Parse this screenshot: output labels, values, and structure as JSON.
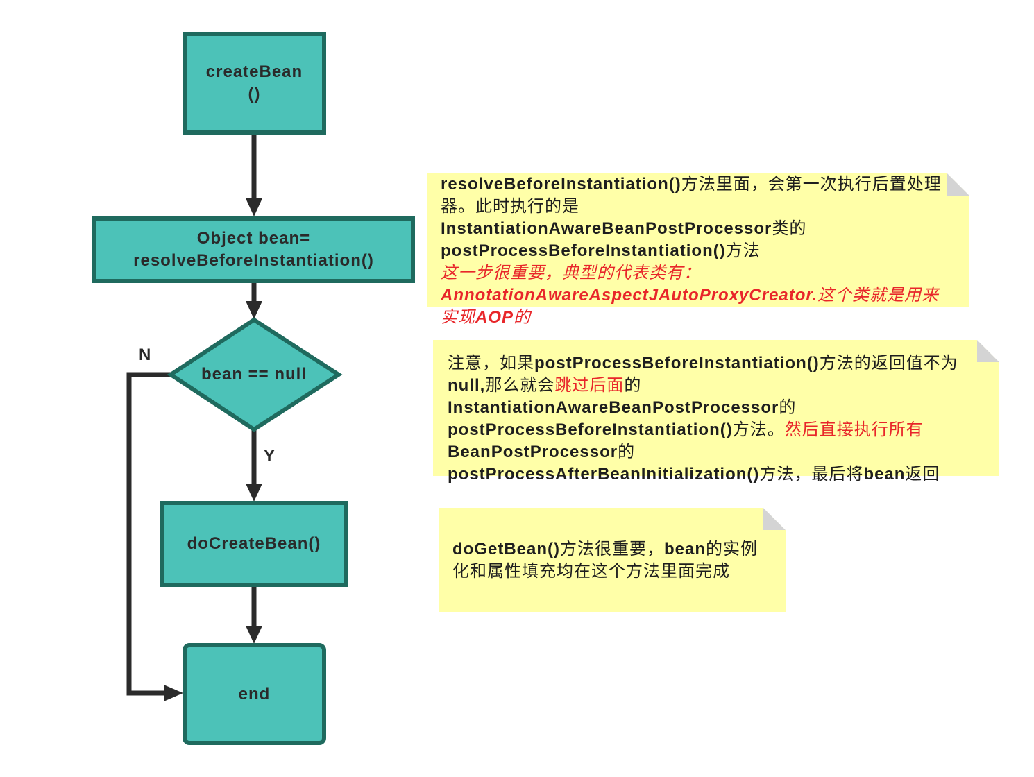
{
  "nodes": {
    "create_bean": "createBean\n()",
    "resolve": "Object bean=\nresolveBeforeInstantiation()",
    "decision": "bean == null",
    "do_create_bean": "doCreateBean()",
    "end": "end"
  },
  "branch_labels": {
    "no": "N",
    "yes": "Y"
  },
  "notes": {
    "note1": {
      "line1_bold": "resolveBeforeInstantiation()",
      "line1_rest": "方法里面，会第一次执行后置处理器。此时执行的是",
      "class_name": "InstantiationAwareBeanPostProcessor",
      "class_suffix": "类的",
      "method": "postProcessBeforeInstantiation()",
      "method_suffix": "方法",
      "red_line1": "这一步很重要，典型的代表类有：",
      "red_class": "AnnotationAwareAspectJAutoProxyCreator.",
      "red_tail1": "这个类就是用来实现",
      "red_aop": "AOP",
      "red_tail2": "的"
    },
    "note2": {
      "p1": "注意，如果",
      "p2_bold": "postProcessBeforeInstantiation()",
      "p3": "方法的返回值不为",
      "p4_bold": "null,",
      "p5": "那么就会",
      "p6_red": "跳过后面",
      "p7": "的",
      "p8_bold": "InstantiationAwareBeanPostProcessor",
      "p9": "的",
      "p10_bold": "postProcessBeforeInstantiation()",
      "p11": "方法。",
      "p12_red": "然后直接执行所有",
      "p13_bold": "BeanPostProcessor",
      "p14": "的",
      "p15_bold": "postProcessAfterBeanInitialization()",
      "p16": "方法，最后将",
      "p17_bold": "bean",
      "p18": "返回"
    },
    "note3": {
      "p1_bold": "doGetBean()",
      "p2": "方法很重要，",
      "p3_bold": "bean",
      "p4": "的实例化和属性填充均在这个方法里面完成"
    }
  },
  "colors": {
    "node_fill": "#4cc2b8",
    "node_border": "#1f6a5e",
    "arrow": "#2b2b2b",
    "note_fill": "#ffffa8",
    "note_fold": "#d0d0d0",
    "highlight_red": "#e8262a"
  }
}
